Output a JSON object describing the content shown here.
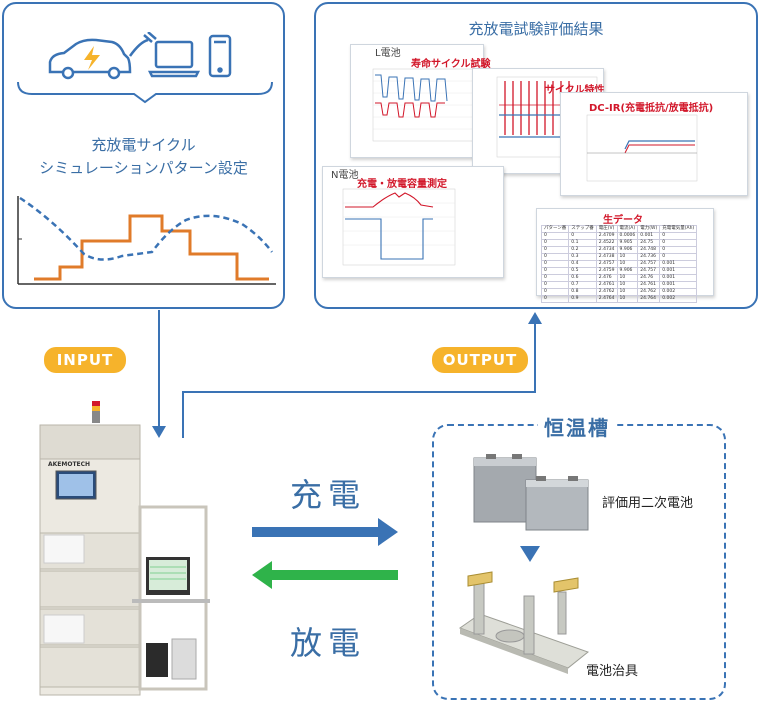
{
  "input_panel": {
    "title_line1": "充放電サイクル",
    "title_line2": "シミュレーションパターン設定",
    "icons": [
      "car-charging-icon",
      "laptop-icon",
      "smartphone-icon"
    ]
  },
  "output_panel": {
    "title": "充放電試験評価結果",
    "sheet_l": {
      "caption": "L電池",
      "title": "寿命サイクル試験"
    },
    "sheet_cycle": {
      "title": "サイクル特性"
    },
    "sheet_dc": {
      "title": "DC-IR(充電抵抗/放電抵抗)"
    },
    "sheet_n": {
      "caption": "N電池",
      "title": "充電・放電容量測定"
    },
    "sheet_raw": {
      "title": "生データ",
      "header": [
        "パターン番",
        "ステップ番",
        "電圧(V)",
        "電流(A)",
        "電力(W)",
        "充電電気量(Ah)"
      ],
      "rows": [
        [
          "0",
          "0",
          "2.4709",
          "0.0006",
          "0.001",
          "0"
        ],
        [
          "0",
          "0.1",
          "2.4522",
          "9.905",
          "24.75",
          "0"
        ],
        [
          "0",
          "0.2",
          "2.4734",
          "9.906",
          "24.748",
          "0"
        ],
        [
          "0",
          "0.3",
          "2.4738",
          "10",
          "24.736",
          "0"
        ],
        [
          "0",
          "0.4",
          "2.4757",
          "10",
          "24.757",
          "0.001"
        ],
        [
          "0",
          "0.5",
          "2.4759",
          "9.906",
          "24.757",
          "0.001"
        ],
        [
          "0",
          "0.6",
          "2.476",
          "10",
          "24.76",
          "0.001"
        ],
        [
          "0",
          "0.7",
          "2.4761",
          "10",
          "24.761",
          "0.001"
        ],
        [
          "0",
          "0.8",
          "2.4762",
          "10",
          "24.762",
          "0.002"
        ],
        [
          "0",
          "0.9",
          "2.4764",
          "10",
          "24.764",
          "0.002"
        ]
      ]
    }
  },
  "tags": {
    "input": "INPUT",
    "output": "OUTPUT"
  },
  "flow": {
    "charge": "充電",
    "discharge": "放電"
  },
  "chamber": {
    "title": "恒温槽",
    "battery_label": "評価用二次電池",
    "jig_label": "電池治具"
  },
  "machine": {
    "brand": "AKEMOTECH"
  },
  "colors": {
    "blue": "#3a73b5",
    "orange": "#e07b2a",
    "green": "#2fb34a",
    "tag": "#f6b32b",
    "red": "#d2172a"
  }
}
